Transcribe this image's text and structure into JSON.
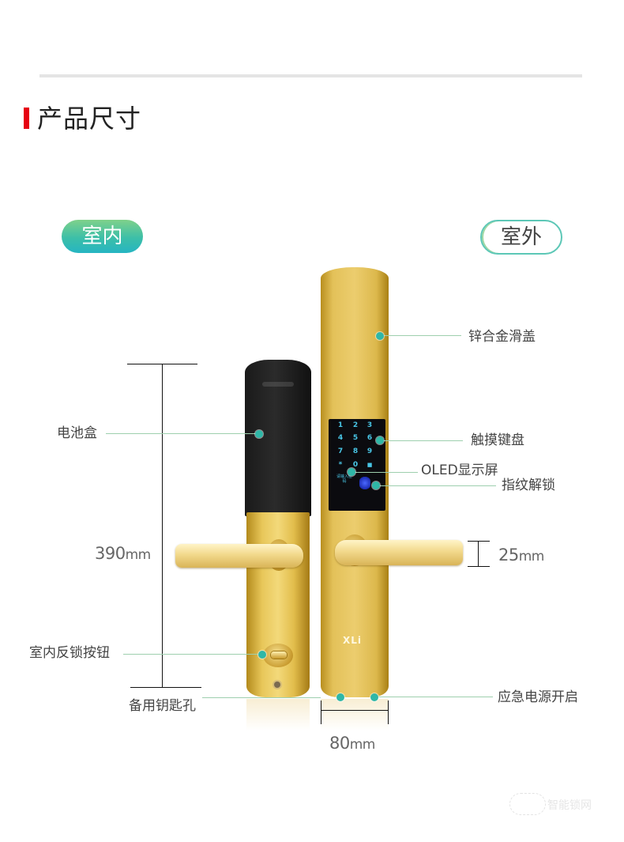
{
  "header": {
    "title": "产品尺寸",
    "accent_color": "#e60012"
  },
  "badges": {
    "indoor": "室内",
    "outdoor": "室外"
  },
  "callouts": {
    "zinc_alloy_cover": "锌合金滑盖",
    "battery_box": "电池盒",
    "touch_keypad": "触摸键盘",
    "oled_display": "OLED显示屏",
    "fingerprint_unlock": "指纹解锁",
    "indoor_lock_button": "室内反锁按钮",
    "spare_keyhole": "备用钥匙孔",
    "emergency_power": "应急电源开启"
  },
  "dimensions": {
    "height": {
      "value": "390",
      "unit": "mm"
    },
    "width": {
      "value": "80",
      "unit": "mm"
    },
    "handle_thickness": {
      "value": "25",
      "unit": "mm"
    }
  },
  "keypad": {
    "keys": [
      "1",
      "2",
      "3",
      "4",
      "5",
      "6",
      "7",
      "8",
      "9",
      "*",
      "0",
      "■"
    ],
    "oled_text": "请输入密码"
  },
  "product": {
    "brand_logo": "XLi"
  },
  "watermark": {
    "text": "智能锁网"
  },
  "colors": {
    "dot": "#2fb7a7",
    "leader": "#9ecfae",
    "gold": "#e8c75a"
  }
}
